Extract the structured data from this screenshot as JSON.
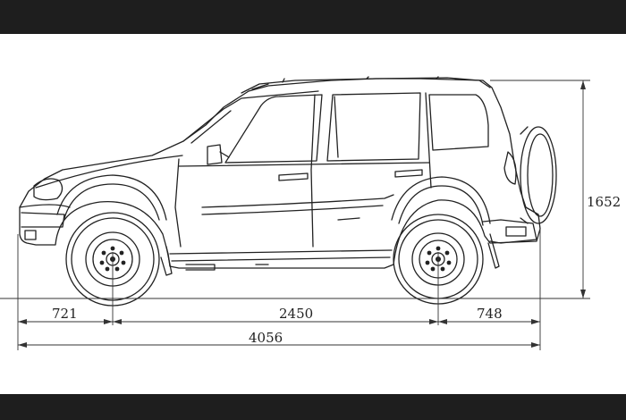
{
  "dimensions": {
    "front_overhang": "721",
    "wheelbase": "2450",
    "rear_overhang": "748",
    "overall_length": "4056",
    "height": "1652"
  }
}
